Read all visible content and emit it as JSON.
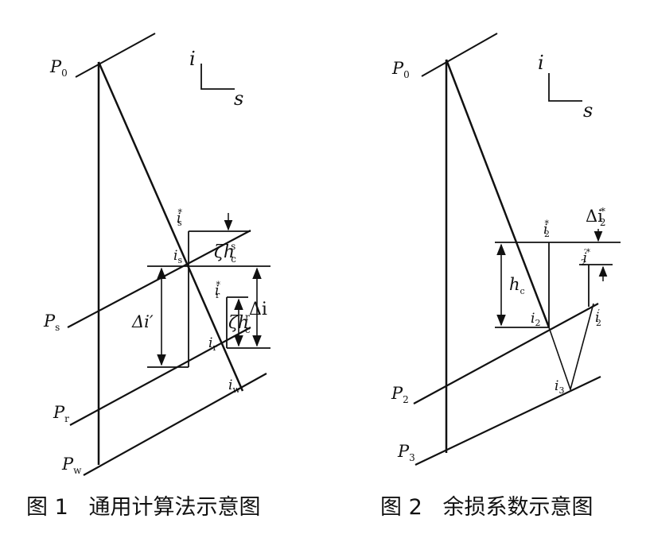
{
  "fig1": {
    "axis_i": "i",
    "axis_s": "s",
    "P0": "P",
    "P0_sub": "0",
    "Ps": "P",
    "Ps_sub": "s",
    "Pr": "P",
    "Pr_sub": "r",
    "Pw": "P",
    "Pw_sub": "w",
    "is_star": "i",
    "is_star_sub": "s",
    "is_star_sup": "*",
    "is": "i",
    "is_sub": "s",
    "zeta_hc_s": "ζh",
    "zeta_hc_s_sub": "c",
    "zeta_hc_s_sup": "s",
    "ir_star": "i",
    "ir_star_sub": "r",
    "ir_star_sup": "*",
    "delta_i": "Δi",
    "delta_i_prime": "Δi′",
    "zeta_hc_r": "ζh",
    "zeta_hc_r_sub": "c",
    "zeta_hc_r_sup": "r",
    "ir": "i",
    "ir_sub": "r",
    "iw": "i",
    "iw_sub": "w",
    "caption": "图 1   通用计算法示意图"
  },
  "fig2": {
    "axis_i": "i",
    "axis_s": "s",
    "P0": "P",
    "P0_sub": "0",
    "P2": "P",
    "P2_sub": "2",
    "P3": "P",
    "P3_sub": "3",
    "delta_i2_star": "Δi",
    "delta_i2_star_sub": "2",
    "delta_i2_star_sup": "*",
    "i2_star": "i",
    "i2_star_sub": "2",
    "i2_star_sup": "*",
    "i2_pstar": "i",
    "i2_pstar_sub": "2",
    "i2_pstar_sup": "′*",
    "hc": "h",
    "hc_sub": "c",
    "i2": "i",
    "i2_sub": "2",
    "i2_prime": "i",
    "i2_prime_sub": "2",
    "i2_prime_sup": "′",
    "i3": "i",
    "i3_sub": "3",
    "caption": "图 2   余损系数示意图"
  },
  "colors": {
    "ink": "#111111",
    "background": "#ffffff"
  }
}
